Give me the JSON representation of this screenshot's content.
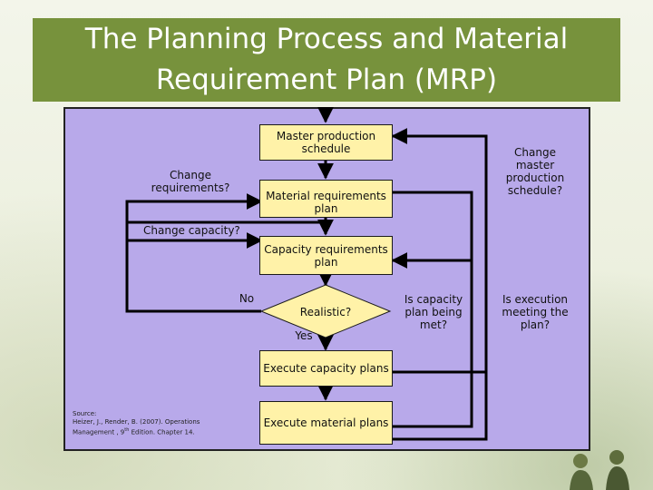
{
  "slide": {
    "title_line1": "The Planning Process and Material",
    "title_line2": "Requirement Plan (MRP)"
  },
  "diagram": {
    "boxes": {
      "mps": "Master production schedule",
      "mrp": "Material requirements plan",
      "crp": "Capacity requirements plan",
      "realistic": "Realistic?",
      "execute_capacity": "Execute capacity plans",
      "execute_material": "Execute material plans"
    },
    "labels": {
      "change_requirements": "Change requirements?",
      "change_capacity": "Change capacity?",
      "change_mps": "Change master production schedule?",
      "no": "No",
      "yes": "Yes",
      "capacity_met": "Is capacity plan being met?",
      "execution_meeting": "Is execution meeting the plan?"
    }
  },
  "source": {
    "heading": "Source:",
    "line1": "Heizer, J., Render, B. (2007). Operations",
    "line2_prefix": "Management , 9",
    "line2_sup": "th",
    "line2_suffix": " Edition. Chapter 14."
  },
  "colors": {
    "title_band": "#77923c",
    "diagram_bg": "#b8a9ea",
    "box_fill": "#fff2a8"
  }
}
